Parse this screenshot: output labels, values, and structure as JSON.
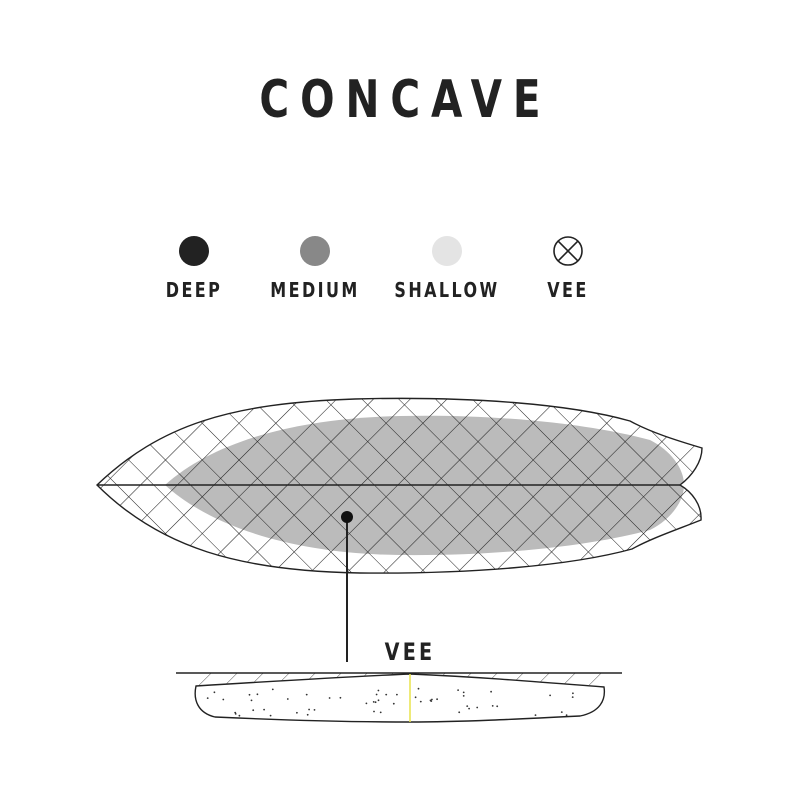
{
  "title": "CONCAVE",
  "legend": [
    {
      "label": "DEEP",
      "color": "#222222",
      "icon": "filled-circle-icon"
    },
    {
      "label": "MEDIUM",
      "color": "#888888",
      "icon": "filled-circle-icon"
    },
    {
      "label": "SHALLOW",
      "color": "#e4e4e4",
      "icon": "filled-circle-icon"
    },
    {
      "label": "VEE",
      "color": "#222222",
      "icon": "crossed-circle-icon"
    }
  ],
  "board": {
    "concave_fill": "#bbbbbb",
    "concave_type": "MEDIUM",
    "overlay": "VEE"
  },
  "cross_section": {
    "label": "VEE"
  }
}
